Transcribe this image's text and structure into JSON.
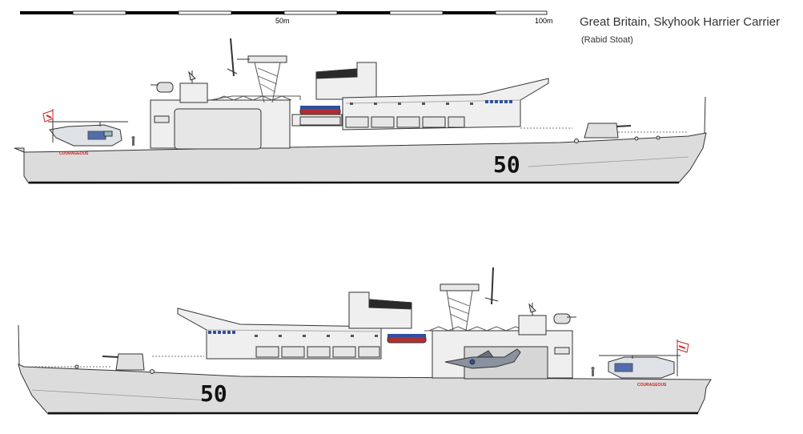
{
  "title": "Great Britain, Skyhook Harrier Carrier",
  "subtitle": "(Rabid Stoat)",
  "scale": {
    "mid_label": "50m",
    "end_label": "100m"
  },
  "ships": [
    {
      "view": "starboard",
      "hull_number": "50",
      "name": "COURAGEOUS"
    },
    {
      "view": "port",
      "hull_number": "50",
      "name": "COURAGEOUS"
    }
  ],
  "colors": {
    "hull": "#dcdcdc",
    "superstructure": "#efefef",
    "outline": "#333333",
    "funnel_cap": "#2a2a2a",
    "window_blue": "#2f4f9f",
    "ship_name_red": "#cc2222",
    "boat_red": "#b03030",
    "ensign_red": "#cc2222"
  }
}
